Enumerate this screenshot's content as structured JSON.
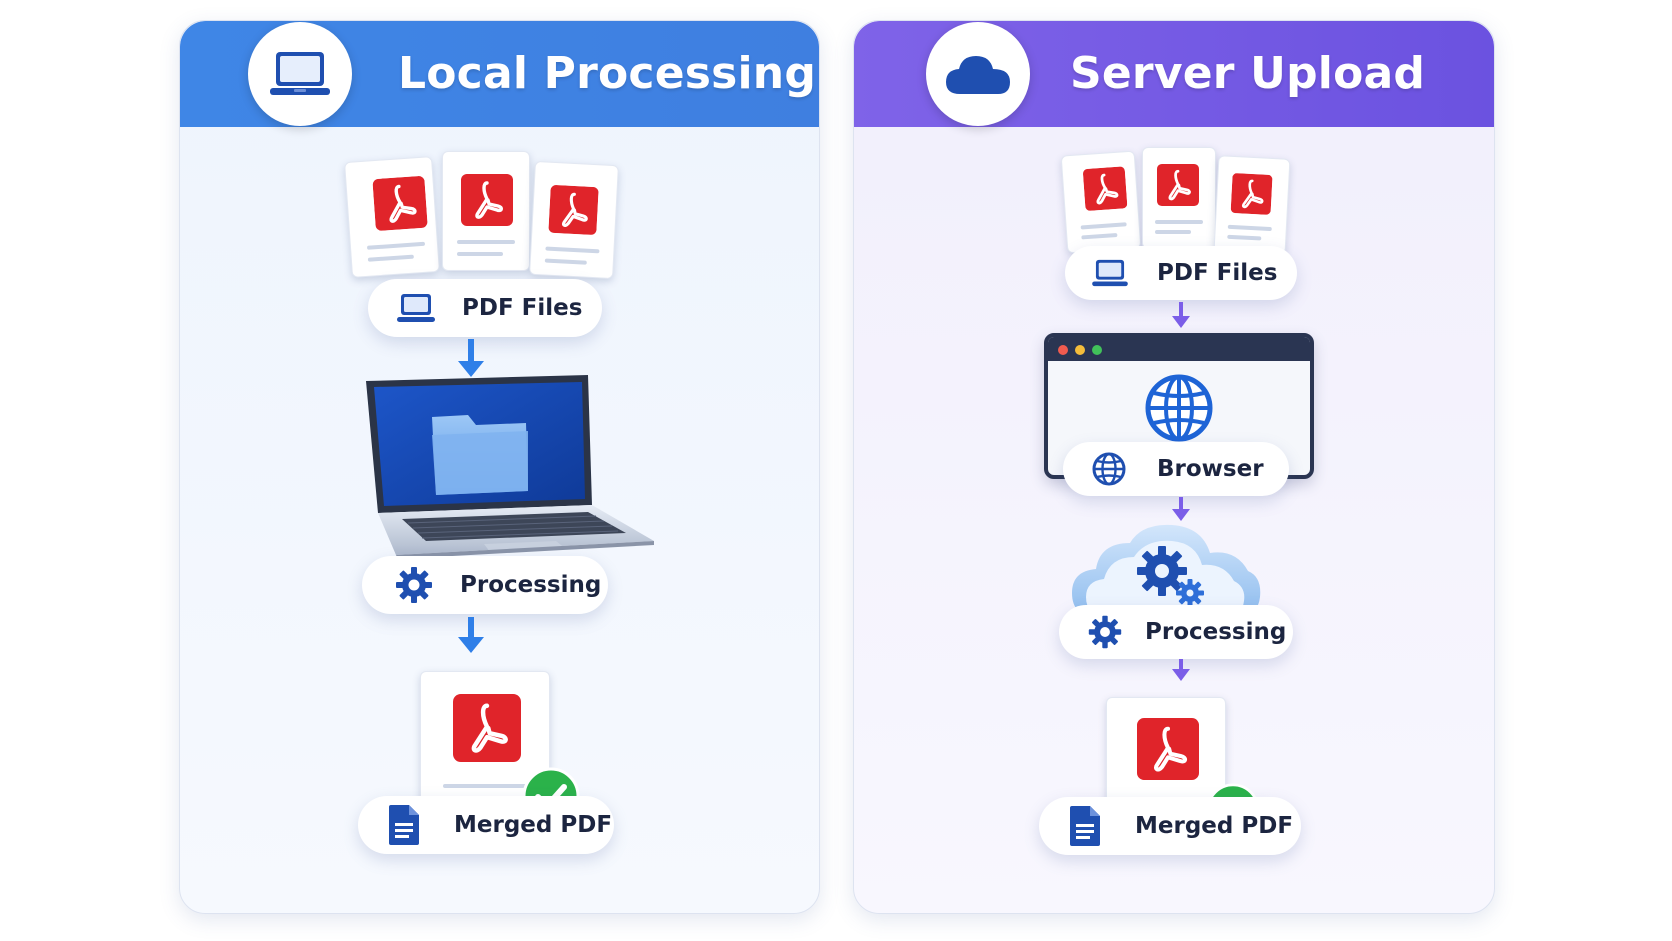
{
  "local": {
    "title": "Local Processing",
    "header_icon": "laptop-icon",
    "accent": "#3f86e6",
    "steps": [
      {
        "label": "PDF Files",
        "icon": "laptop-icon"
      },
      {
        "label": "Processing",
        "icon": "gear-icon"
      },
      {
        "label": "Merged PDF",
        "icon": "document-icon"
      }
    ]
  },
  "server": {
    "title": "Server Upload",
    "header_icon": "cloud-icon",
    "accent": "#7a5ee6",
    "steps": [
      {
        "label": "PDF Files",
        "icon": "laptop-icon"
      },
      {
        "label": "Browser",
        "icon": "globe-icon"
      },
      {
        "label": "Processing",
        "icon": "gear-icon"
      },
      {
        "label": "Merged PDF",
        "icon": "document-icon"
      }
    ]
  },
  "colors": {
    "pdf_red": "#e0242a",
    "arrow_blue": "#2f7fe8",
    "arrow_purple": "#7b5ee8",
    "check_green": "#2bb24a",
    "icon_navy": "#1f4fb0"
  }
}
